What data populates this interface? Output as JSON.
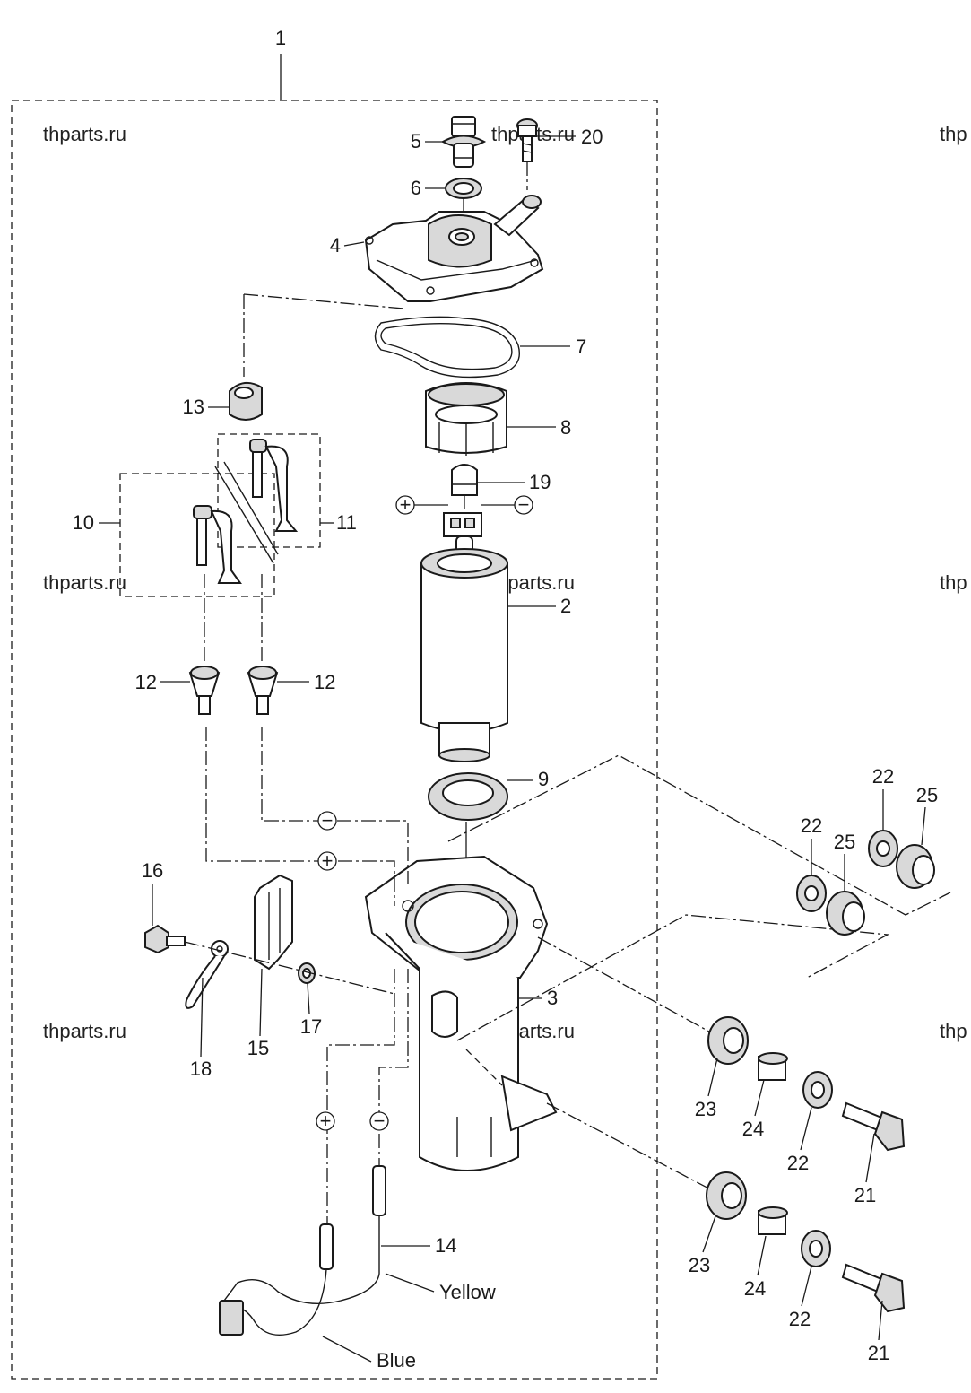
{
  "watermarks": [
    "thparts.ru",
    "thparts.ru",
    "thparts.ru",
    "thparts.ru",
    "thparts.ru",
    "thparts.ru",
    "thp",
    "thp",
    "thp"
  ],
  "callouts": {
    "c1": "1",
    "c2": "2",
    "c3": "3",
    "c4": "4",
    "c5": "5",
    "c6": "6",
    "c7": "7",
    "c8": "8",
    "c9": "9",
    "c10": "10",
    "c11": "11",
    "c12a": "12",
    "c12b": "12",
    "c13": "13",
    "c14": "14",
    "c15": "15",
    "c16": "16",
    "c17": "17",
    "c18": "18",
    "c19": "19",
    "c20": "20",
    "c21a": "21",
    "c21b": "21",
    "c22a": "22",
    "c22b": "22",
    "c22c": "22",
    "c22d": "22",
    "c23a": "23",
    "c23b": "23",
    "c24a": "24",
    "c24b": "24",
    "c25a": "25",
    "c25b": "25"
  },
  "wire_labels": {
    "yellow": "Yellow",
    "blue": "Blue"
  },
  "polarity": {
    "plus": "+",
    "minus": "−"
  }
}
